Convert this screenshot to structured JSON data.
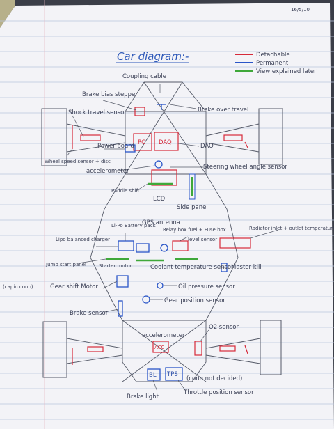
{
  "date": "16/5/10",
  "title": "Car diagram:-",
  "legend": [
    {
      "label": "Detachable",
      "color": "#d62a3a"
    },
    {
      "label": "Permanent",
      "color": "#2a56c8"
    },
    {
      "label": "View explained later",
      "color": "#3fa83a"
    }
  ],
  "labels": {
    "coupling_cable": "Coupling cable",
    "brake_bias": "Brake bias stepper",
    "brake_over_travel": "Brake over travel",
    "shock_travel": "Shock travel sensor",
    "power_board": "Power board",
    "pc": "PC",
    "daq_box": "DAQ",
    "daq": "DAQ",
    "wheel_speed": "Wheel speed sensor + disc",
    "accelerometer": "accelerometer",
    "steering_angle": "Steering wheel angle sensor",
    "paddle_shift": "Paddle shift",
    "lcd": "LCD",
    "side_panel": "Side panel",
    "lipo_battery": "Li-Po Battery pack",
    "gps": "GPS antenna",
    "relay_box": "Relay box fuel + Fuse box",
    "level_sensor": "level sensor",
    "lipo_charger": "Lipo balanced charger",
    "radiator": "Radiator inlet + outlet temperature sensor",
    "jump_start": "Jump start panel",
    "starter_motor": "Starter motor",
    "coolant": "Coolant temperature sensor",
    "master_kill": "Master kill",
    "gear_shift_motor": "Gear shift Motor",
    "capin_conn": "(capin conn)",
    "oil_pressure": "Oil pressure sensor",
    "gear_position": "Gear position sensor",
    "brake_sensor": "Brake sensor",
    "accelerometer_rear": "accelerometer",
    "acc_box": "ACC",
    "o2_sensor": "O2 sensor",
    "bl_box": "BL",
    "tps_box": "TPS",
    "conn_not_decided": "(conn not decided)",
    "brake_light": "Brake light",
    "throttle_position": "Throttle position sensor"
  }
}
